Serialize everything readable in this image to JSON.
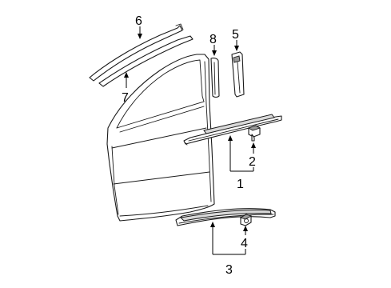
{
  "diagram": {
    "callouts": {
      "c1": "1",
      "c2": "2",
      "c3": "3",
      "c4": "4",
      "c5": "5",
      "c6": "6",
      "c7": "7",
      "c8": "8"
    },
    "colors": {
      "line": "#1a1a1a",
      "background": "#ffffff",
      "shade": "#d9d9d9"
    }
  }
}
